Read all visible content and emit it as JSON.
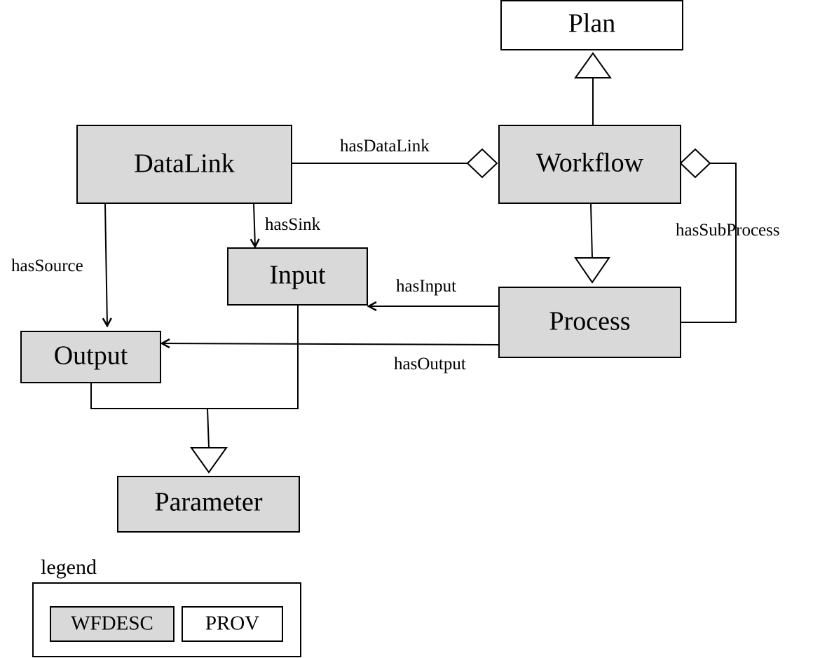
{
  "colors": {
    "wfdesc_fill": "#d9d9d9",
    "prov_fill": "#ffffff",
    "stroke": "#000000"
  },
  "nodes": {
    "plan": "Plan",
    "workflow": "Workflow",
    "datalink": "DataLink",
    "input": "Input",
    "process": "Process",
    "output": "Output",
    "parameter": "Parameter"
  },
  "edges": {
    "has_data_link": "hasDataLink",
    "has_sink": "hasSink",
    "has_source": "hasSource",
    "has_sub_process": "hasSubProcess",
    "has_input": "hasInput",
    "has_output": "hasOutput"
  },
  "legend": {
    "title": "legend",
    "wfdesc": "WFDESC",
    "prov": "PROV"
  }
}
